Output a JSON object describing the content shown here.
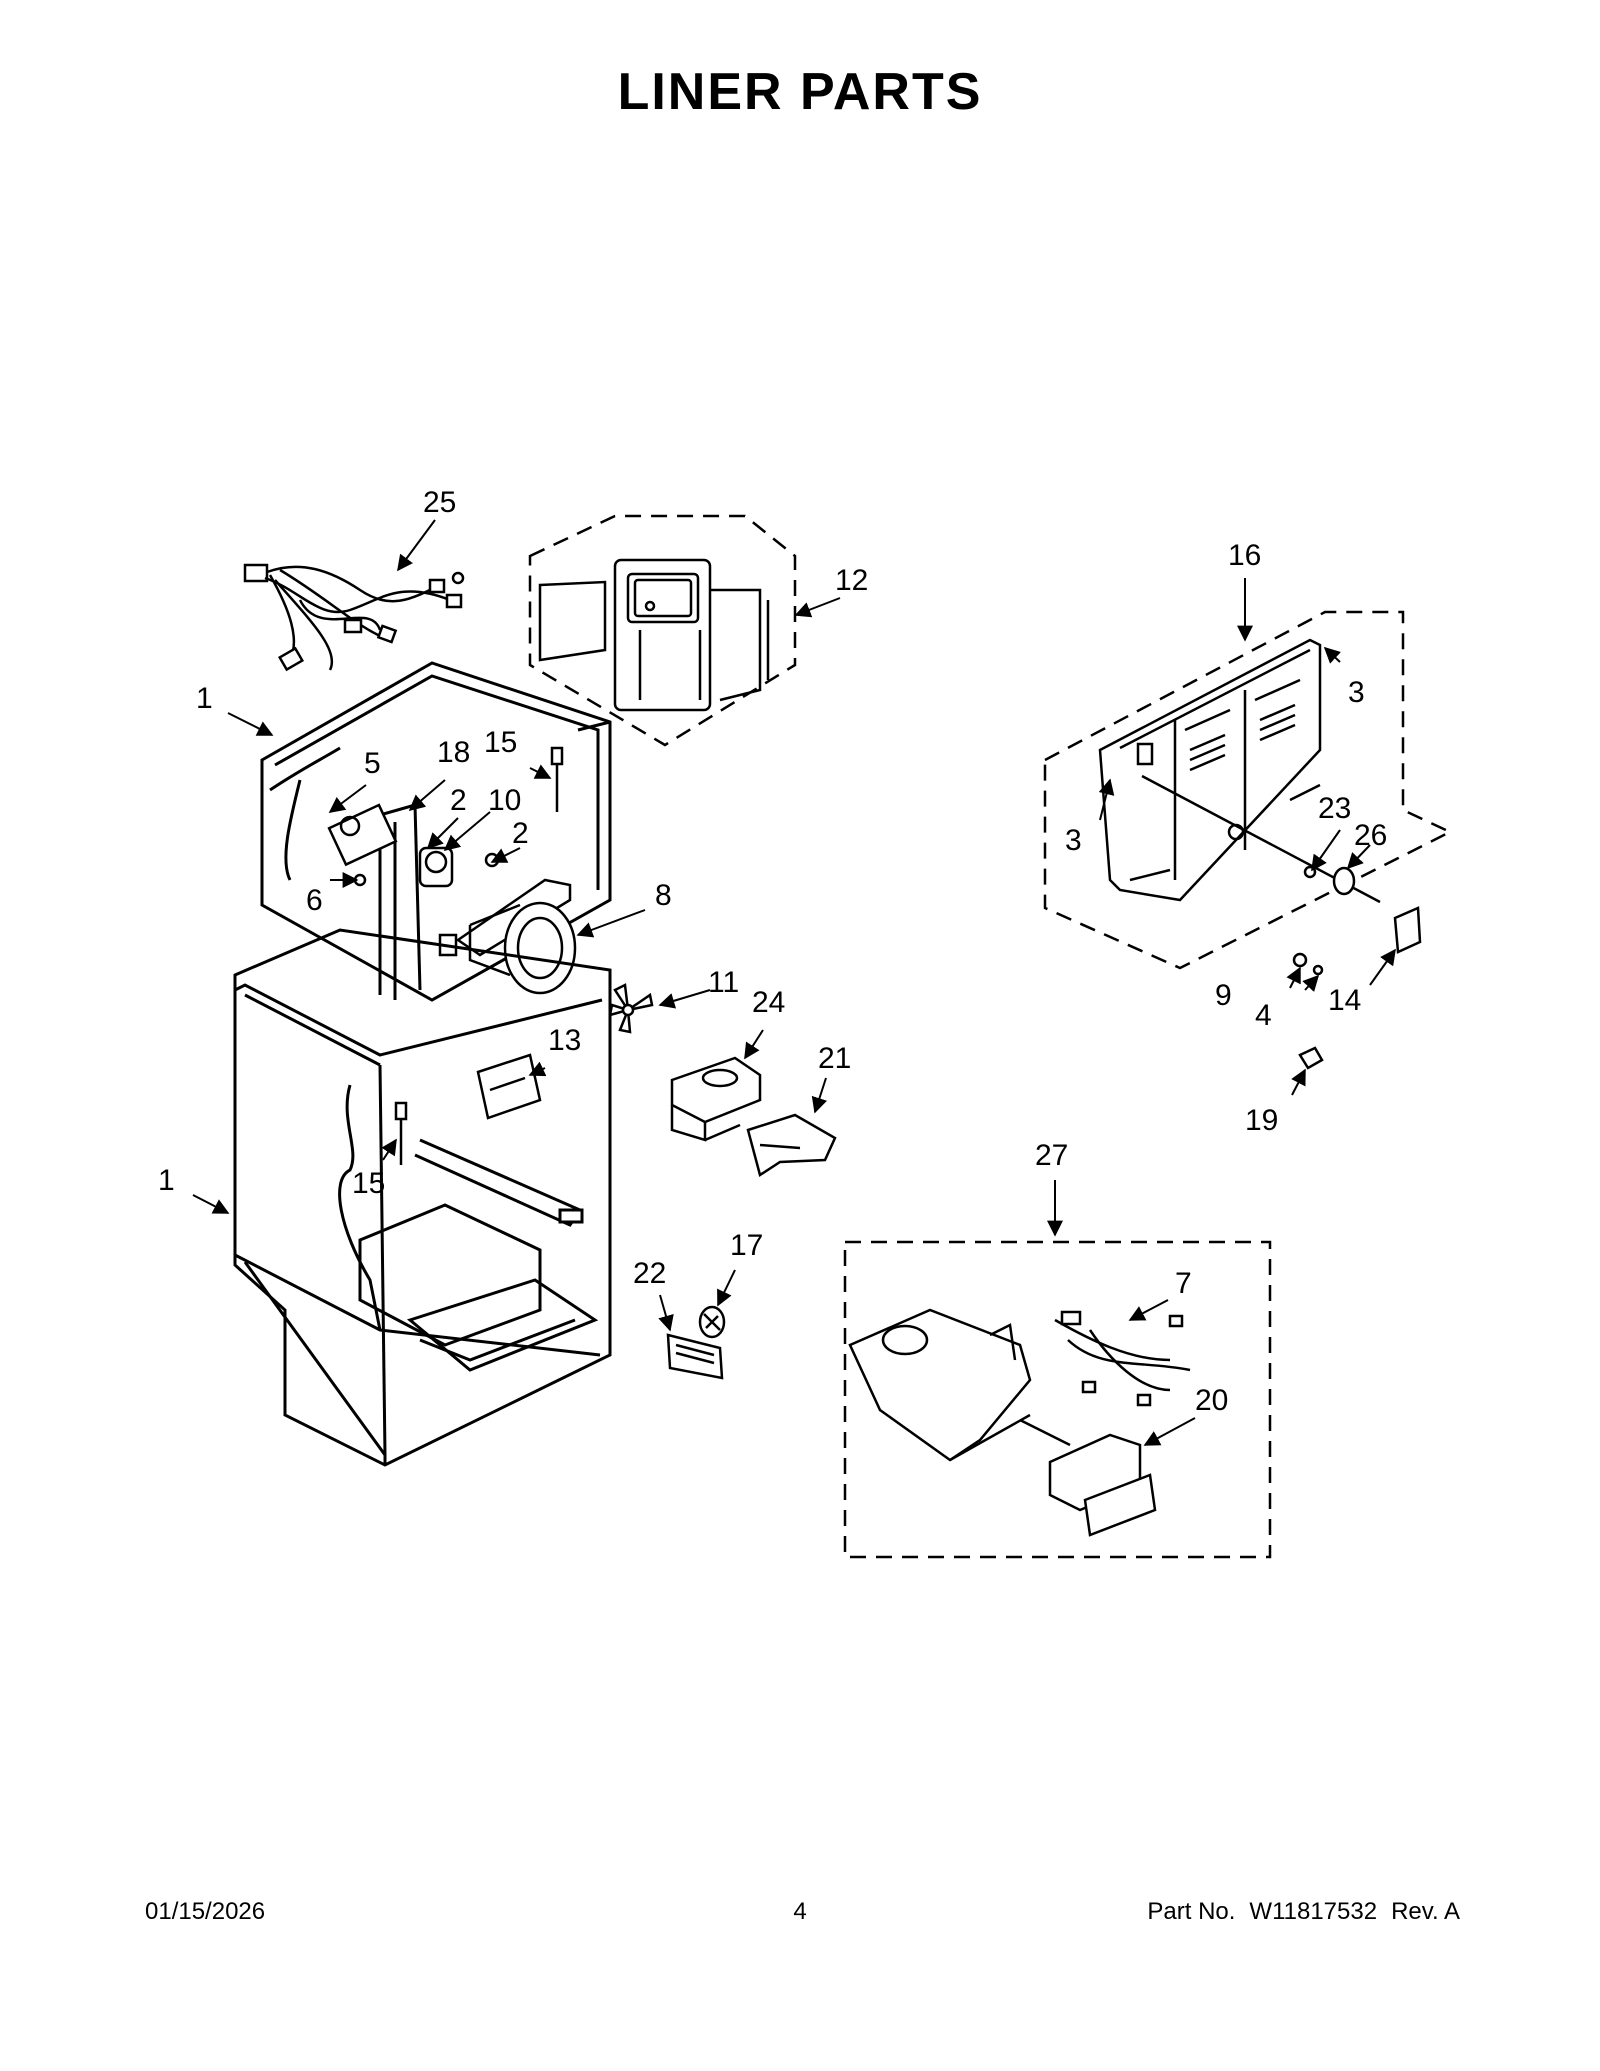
{
  "title": "LINER PARTS",
  "callouts": {
    "c25": "25",
    "c12": "12",
    "c16": "16",
    "c1a": "1",
    "c1b": "1",
    "c5": "5",
    "c18": "18",
    "c15a": "15",
    "c15b": "15",
    "c2a": "2",
    "c2b": "2",
    "c10": "10",
    "c6": "6",
    "c8": "8",
    "c11": "11",
    "c24": "24",
    "c13": "13",
    "c21": "21",
    "c3a": "3",
    "c3b": "3",
    "c23": "23",
    "c26": "26",
    "c9": "9",
    "c4": "4",
    "c14": "14",
    "c19": "19",
    "c27": "27",
    "c7": "7",
    "c20": "20",
    "c22": "22",
    "c17": "17"
  },
  "footer": {
    "date": "01/15/2026",
    "page": "4",
    "part_label": "Part No.",
    "part_number": "W11817532",
    "revision": "Rev.  A"
  }
}
